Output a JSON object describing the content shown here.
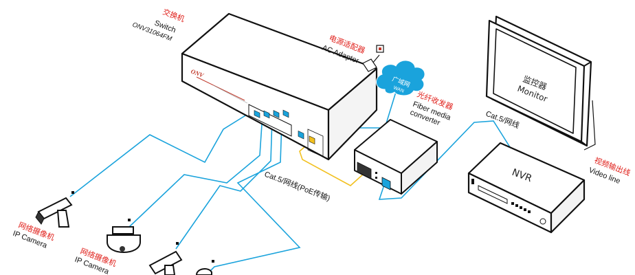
{
  "switch": {
    "label_cn": "交换机",
    "label_en": "Switch",
    "model": "ONV31064FM",
    "brand": "ONV"
  },
  "ac_adapter": {
    "label_cn": "电源适配器",
    "label_en": "AC Adapter"
  },
  "wan": {
    "label_cn": "广域网",
    "label_en": "WAN"
  },
  "fiber_converter": {
    "label_cn": "光纤收发器",
    "label_en_line1": "Fiber media",
    "label_en_line2": "converter"
  },
  "monitor": {
    "label_cn": "监控器",
    "label_en": "Monitor"
  },
  "nvr": {
    "label": "NVR"
  },
  "cables": {
    "cat5_nvr": "Cat.5/网线",
    "cat5_poe": "Cat.5/网线(PoE传输)",
    "video_line_cn": "视频输出线",
    "video_line_en": "Video line"
  },
  "cameras": {
    "label_cn": "网络摄像机",
    "label_en": "IP Camera",
    "label2_cn": "网络摄像机",
    "label2_en": "IP Camera"
  },
  "colors": {
    "network_cable": "#1aa3dc",
    "fiber_cable": "#f2c01e",
    "label_red": "#e0201b",
    "cloud": "#1aa3dc"
  }
}
